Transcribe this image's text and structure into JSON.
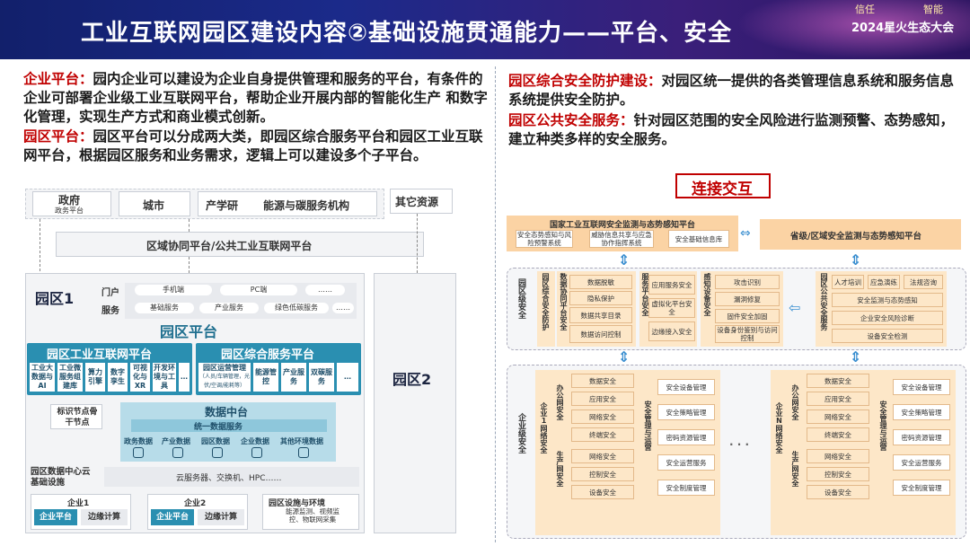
{
  "header": {
    "title": "工业互联网园区建设内容②基础设施贯通能力——平台、安全",
    "brand_left": "信任",
    "brand_right": "智能",
    "event": "2024星火生态大会"
  },
  "left_text": {
    "p1_label": "企业平台：",
    "p1_body": "园内企业可以建设为企业自身提供管理和服务的平台，有条件的 企业可部署企业级工业互联网平台，帮助企业开展内部的智能化生产 和数字化管理，实现生产方式和商业模式创新。",
    "p2_label": "园区平台：",
    "p2_body": "园区平台可以分成两大类，即园区综合服务平台和园区工业互联网平台，根据园区服务和业务需求，逻辑上可以建设多个子平台。"
  },
  "right_text": {
    "p1_label": "园区综合安全防护建设：",
    "p1_body": "对园区统一提供的各类管理信息系统和服务信息系统提供安全防护。",
    "p2_label": "园区公共安全服务：",
    "p2_body": "针对园区范围的安全风险进行监测预警、态势感知，建立种类多样的安全服务。"
  },
  "left_diagram": {
    "top_boxes": {
      "gov": "政府",
      "gov_sub": "政务平台",
      "city": "城市",
      "iur": "产学研",
      "energy": "能源与碳服务机构",
      "other": "其它资源"
    },
    "collab": "区域协同平台/公共工业互联网平台",
    "park1": "园区1",
    "park2": "园区2",
    "portal": "门户",
    "portal_items": [
      "手机端",
      "PC端",
      "……"
    ],
    "service": "服务",
    "service_items": [
      "基础服务",
      "产业服务",
      "绿色低碳服务",
      "……"
    ],
    "park_platform": "园区平台",
    "iiot_platform": "园区工业互联网平台",
    "iiot_items": [
      "工业大数据与AI",
      "工业微服务组建库",
      "算力引擎",
      "数字孪生",
      "可视化与XR",
      "开发环境与工具",
      "…"
    ],
    "service_platform": "园区综合服务平台",
    "service_items2": [
      "园区运营管理",
      "（人员/车辆管理，光伏/空调/能耗等）",
      "能源管控",
      "产业服务",
      "双碳服务",
      "…"
    ],
    "id_node": "标识节点骨干节点",
    "data_center_mid": "数据中台",
    "unified_data": "统一数据服务",
    "data_items": [
      "政务数据",
      "产业数据",
      "园区数据",
      "企业数据",
      "其他环境数据"
    ],
    "dc_label": "园区数据中心云基础设施",
    "dc_items": "云服务器、交换机、HPC……",
    "ent1": "企业1",
    "ent2": "企业2",
    "ent_platform": "企业平台",
    "edge": "边缘计算",
    "facility": "园区设施与环境",
    "facility_items": "能源监测、视频监控、物联网采集"
  },
  "right_diagram": {
    "connect": "连接交互",
    "national": "国家工业互联网安全监测与态势感知平台",
    "national_items": [
      "安全态势感知与风险预警系统",
      "威胁信息共享与应急协作指挥系统",
      "安全基础信息库"
    ],
    "provincial": "省级/区域安全监测与态势感知平台",
    "park_level": "园区级安全",
    "park_comp": "园区综合安全防护",
    "data_platform": "数据协同平台安全",
    "data_items": [
      "数据脱敏",
      "隐私保护",
      "数据共享目录",
      "数据访问控制"
    ],
    "service_platform": "服务平台安全",
    "service_items": [
      "应用服务安全",
      "虚拟化平台安全",
      "边缘接入安全"
    ],
    "perception": "感知设备安全",
    "perception_items": [
      "攻击识别",
      "漏洞修复",
      "固件安全加固",
      "设备身份鉴别与访问控制"
    ],
    "public": "园区公共安全服务",
    "public_items": [
      "人才培训",
      "应急演练",
      "法规咨询",
      "安全监测与态势感知",
      "企业安全风险诊断",
      "设备安全检测"
    ],
    "ent_level": "企业级安全",
    "ent1": "企业1网络安全",
    "entN": "企业N网络安全",
    "office": "办公网安全",
    "office_items": [
      "数据安全",
      "应用安全",
      "网络安全",
      "终端安全"
    ],
    "production": "生产网安全",
    "production_items": [
      "网络安全",
      "控制安全",
      "设备安全"
    ],
    "mgmt": "安全管理与运营",
    "mgmt_items": [
      "安全设备管理",
      "安全策略管理",
      "密码资源管理",
      "安全运营服务",
      "安全制度管理"
    ],
    "dots": "· · ·"
  },
  "colors": {
    "accent_red": "#c00000",
    "teal": "#2a8fb1",
    "orange": "#fbd3a4"
  }
}
